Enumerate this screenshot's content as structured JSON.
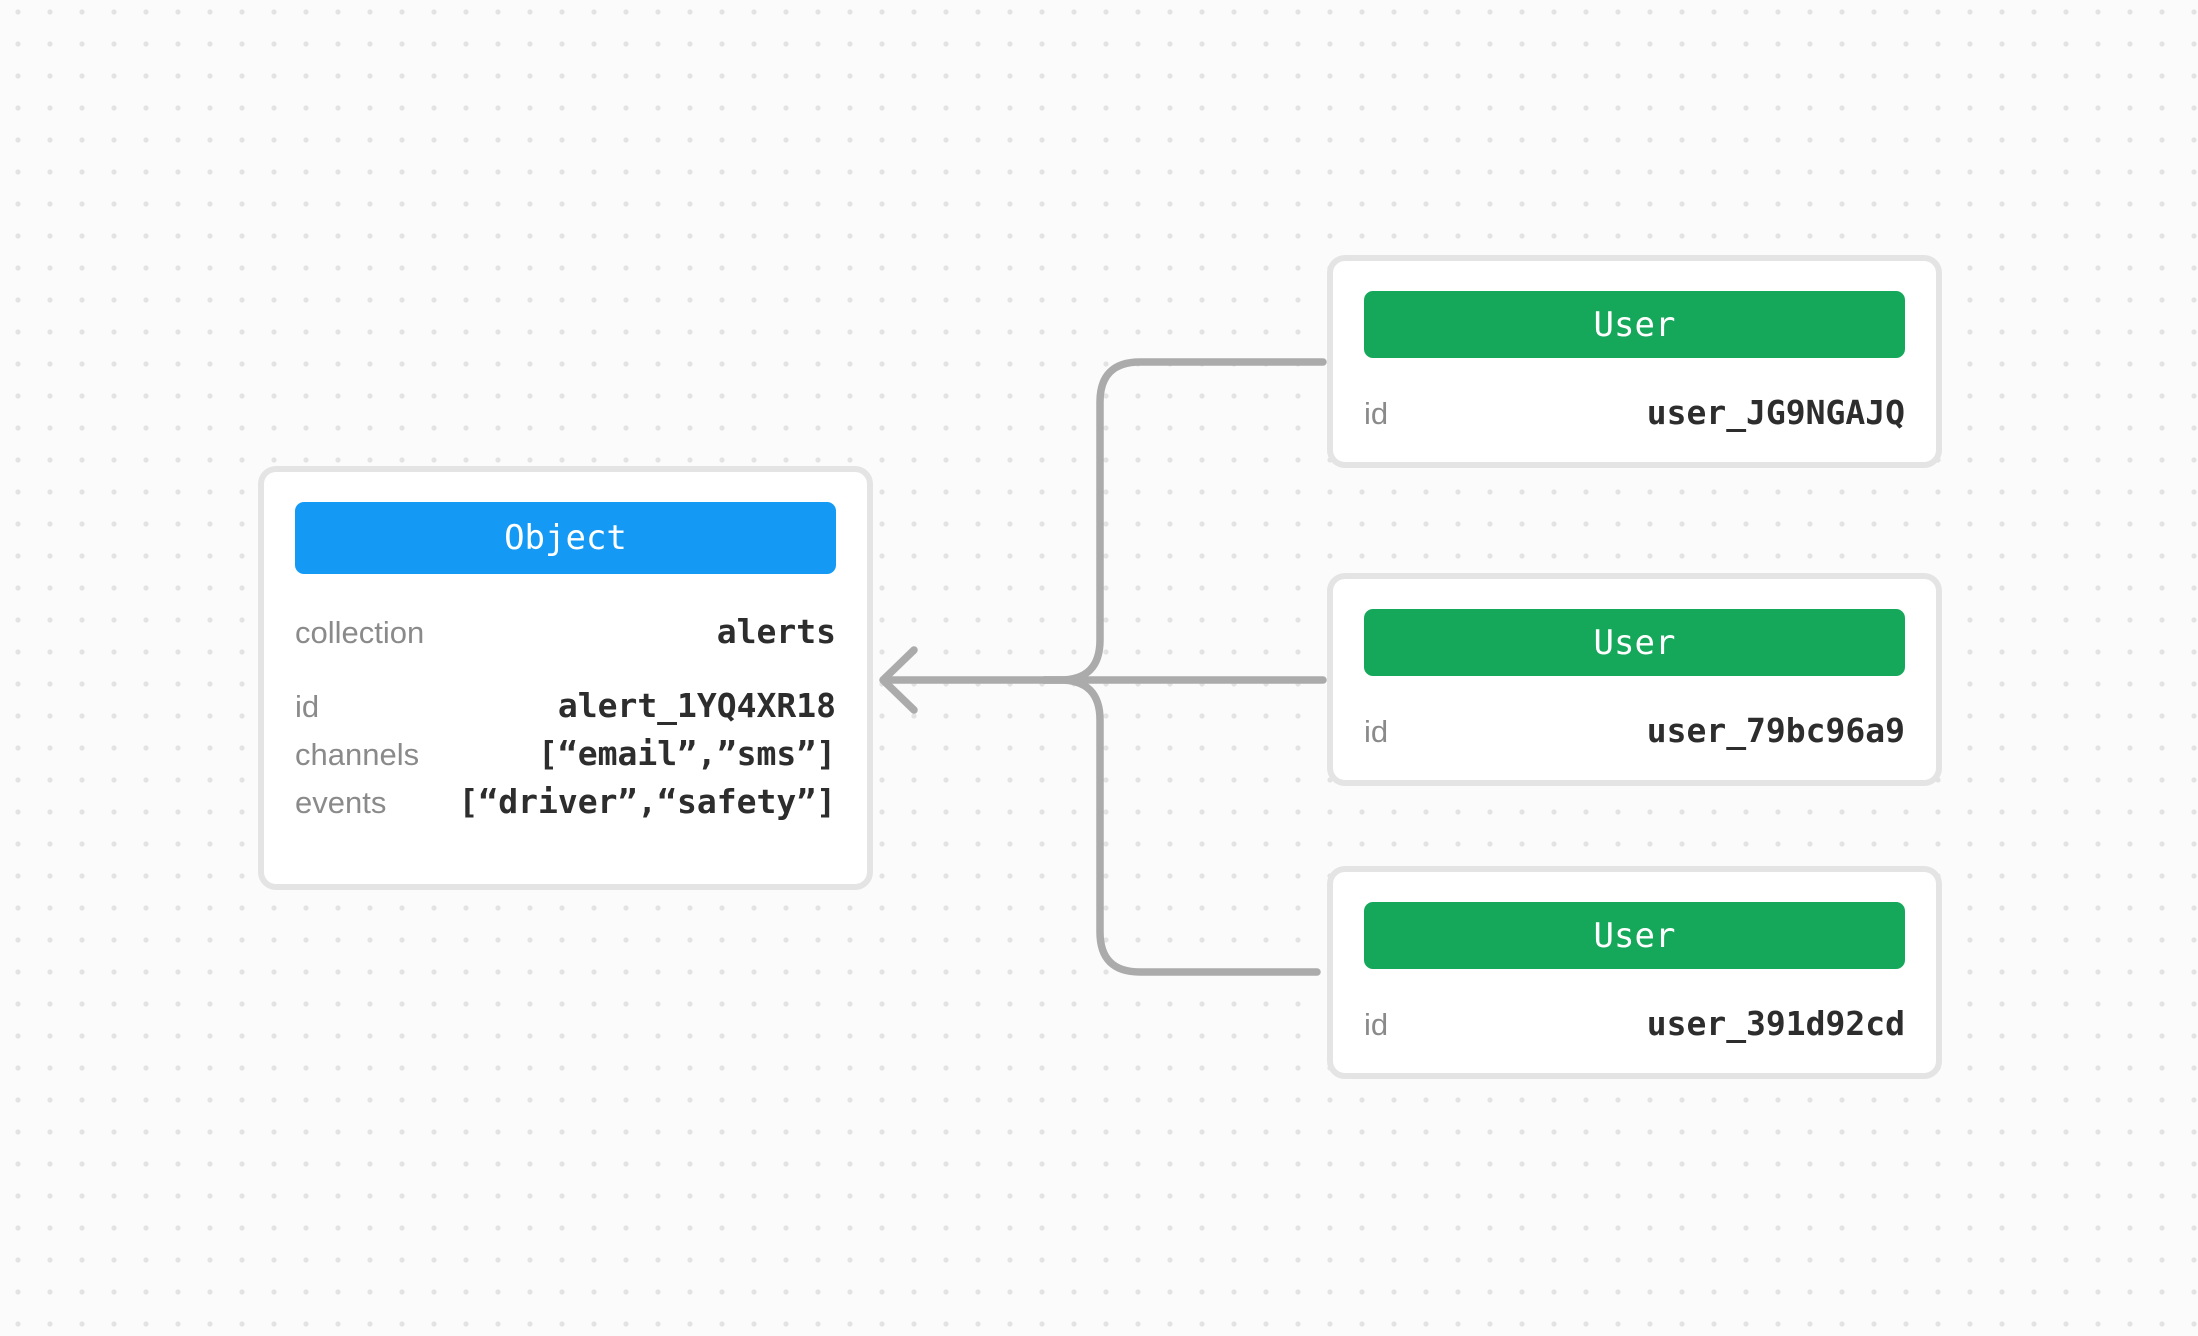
{
  "canvas": {
    "background_color": "#fbfbfb",
    "dot_color": "#e3e3e3",
    "connector_color": "#ababab"
  },
  "object_node": {
    "header": "Object",
    "header_color": "#149af5",
    "rows": [
      {
        "label": "collection",
        "value": "alerts"
      },
      {
        "label": "id",
        "value": "alert_1YQ4XR18"
      },
      {
        "label": "channels",
        "value": "[“email”,”sms”]"
      },
      {
        "label": "events",
        "value": "[“driver”,“safety”]"
      }
    ]
  },
  "user_nodes": [
    {
      "header": "User",
      "header_color": "#16a85a",
      "rows": [
        {
          "label": "id",
          "value": "user_JG9NGAJQ"
        }
      ]
    },
    {
      "header": "User",
      "header_color": "#16a85a",
      "rows": [
        {
          "label": "id",
          "value": "user_79bc96a9"
        }
      ]
    },
    {
      "header": "User",
      "header_color": "#16a85a",
      "rows": [
        {
          "label": "id",
          "value": "user_391d92cd"
        }
      ]
    }
  ]
}
